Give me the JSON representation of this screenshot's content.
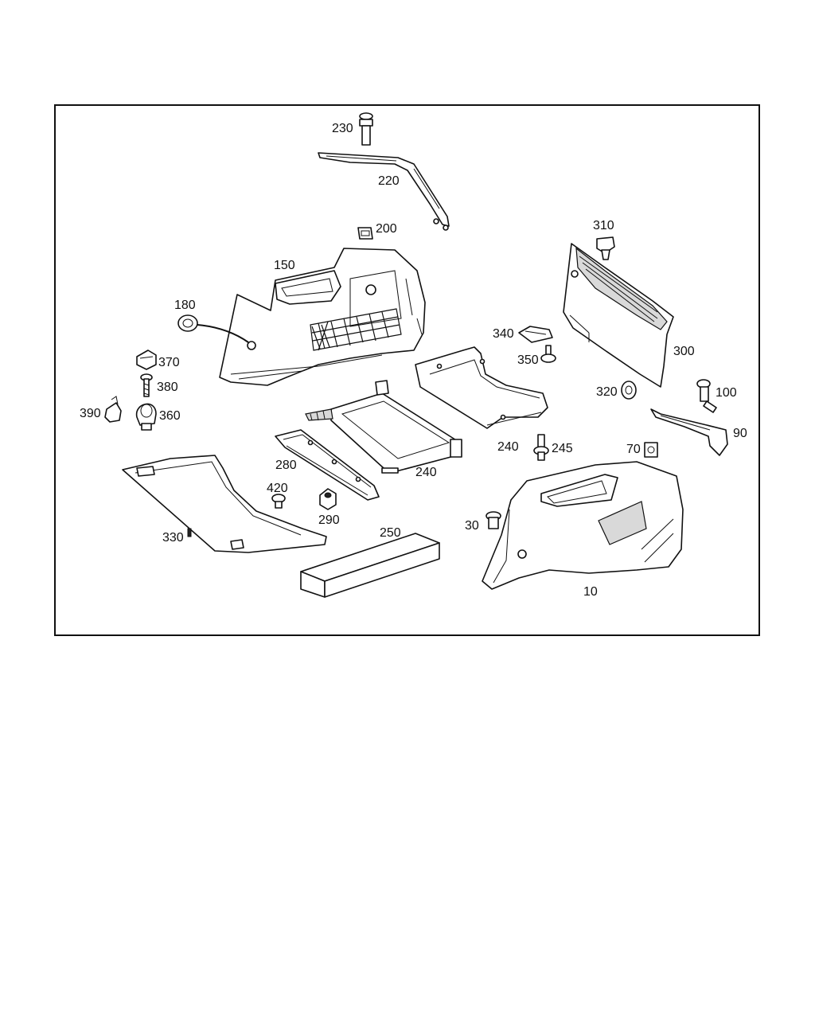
{
  "diagram": {
    "callouts": {
      "p230": "230",
      "p220": "220",
      "p200": "200",
      "p150": "150",
      "p180": "180",
      "p370": "370",
      "p380": "380",
      "p390": "390",
      "p360": "360",
      "p310": "310",
      "p300": "300",
      "p340": "340",
      "p350": "350",
      "p320": "320",
      "p100": "100",
      "p90": "90",
      "p240a": "240",
      "p245": "245",
      "p70": "70",
      "p280": "280",
      "p240b": "240",
      "p420": "420",
      "p290": "290",
      "p330": "330",
      "p250": "250",
      "p30": "30",
      "p10": "10"
    }
  }
}
